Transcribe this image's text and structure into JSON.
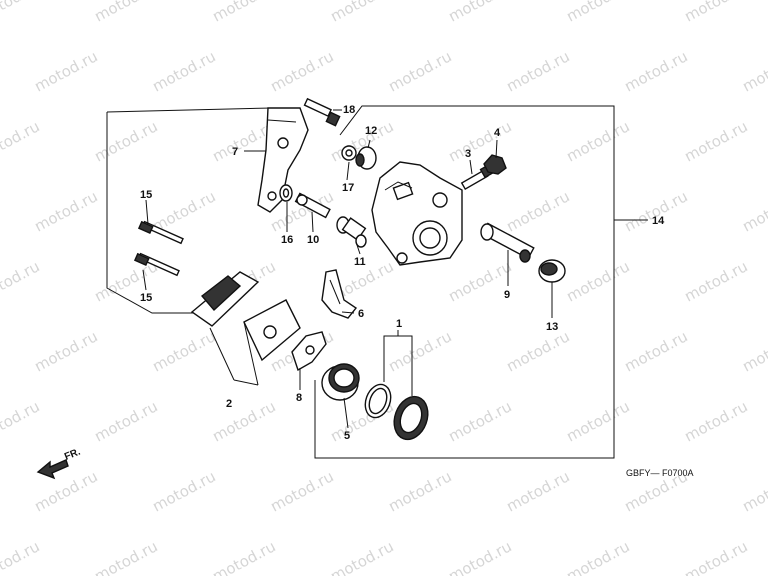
{
  "watermark": "motod.ru",
  "diagram_code": "GBFY— F0700A",
  "direction_label": "FR.",
  "callouts": {
    "c1": "1",
    "c2": "2",
    "c3": "3",
    "c4": "4",
    "c5": "5",
    "c6": "6",
    "c7": "7",
    "c8": "8",
    "c9": "9",
    "c10": "10",
    "c11": "11",
    "c12": "12",
    "c13": "13",
    "c14": "14",
    "c15a": "15",
    "c15b": "15",
    "c16": "16",
    "c17": "17",
    "c18": "18"
  }
}
